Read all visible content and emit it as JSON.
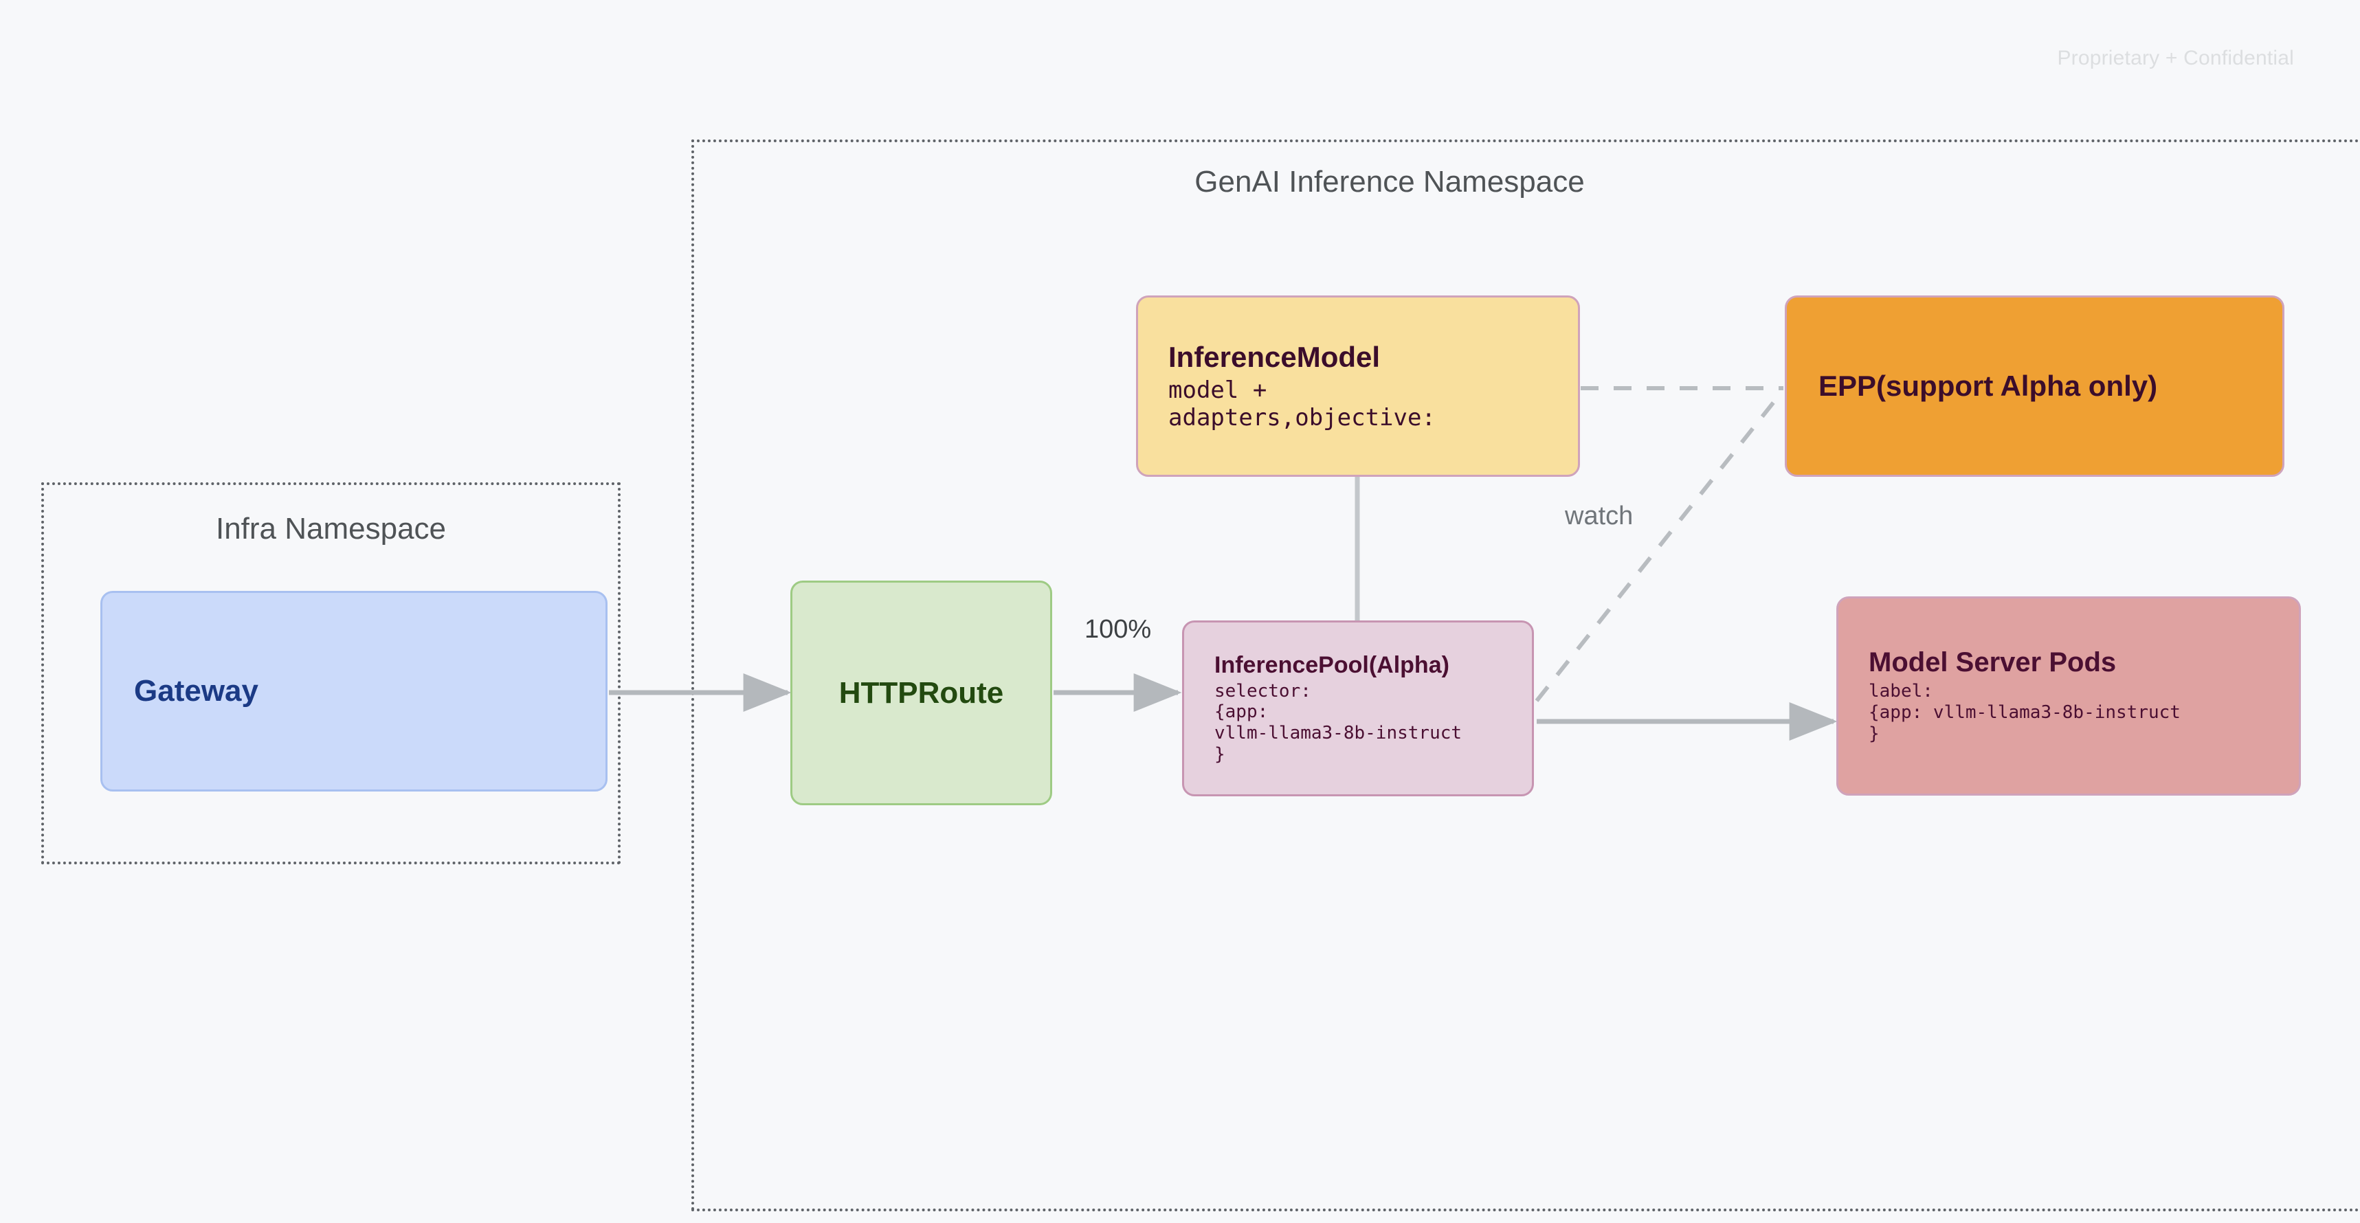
{
  "watermark": "Proprietary + Confidential",
  "namespaces": [
    {
      "id": "infra",
      "title": "Infra Namespace"
    },
    {
      "id": "genai",
      "title": "GenAI Inference Namespace"
    }
  ],
  "nodes": {
    "gateway": {
      "title": "Gateway",
      "fill": "#cbdafa",
      "border": "#a8c0f0",
      "text": "#1b3a85"
    },
    "httproute": {
      "title": "HTTPRoute",
      "fill": "#d9e9cd",
      "border": "#9ecb84",
      "text": "#234a10"
    },
    "inference_model": {
      "title": "InferenceModel",
      "detail": "model +\nadapters,objective:",
      "fill": "#f9e09e",
      "border": "#cfa3bb",
      "text": "#3b0d2b"
    },
    "inference_pool": {
      "title": "InferencePool(Alpha)",
      "detail": "selector:\n{app:\nvllm-llama3-8b-instruct\n}",
      "fill": "#e6d1de",
      "border": "#c795b2",
      "text": "#4b0f32"
    },
    "epp": {
      "title": "EPP(support Alpha only)",
      "fill": "#efa033",
      "border": "#cfa3bb",
      "text": "#3b0d2b"
    },
    "model_server_pods": {
      "title": "Model Server Pods",
      "detail": "label:\n{app: vllm-llama3-8b-instruct\n}",
      "fill": "#dfa2a1",
      "border": "#cfa3bb",
      "text": "#4b0f32"
    }
  },
  "edges": {
    "traffic_split_label": "100%",
    "watch_label": "watch"
  },
  "colors": {
    "background": "#f7f8fa",
    "connector": "#b4b8bc",
    "namespace_border": "#5f6368",
    "watermark": "#dcdee0"
  }
}
